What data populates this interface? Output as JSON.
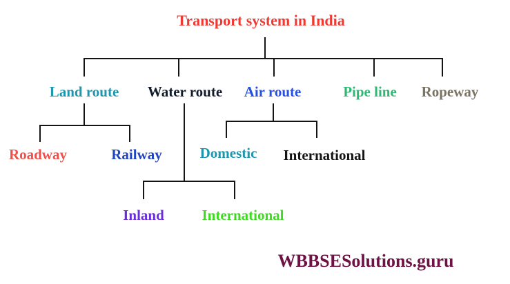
{
  "diagram": {
    "title": {
      "text": "Transport system in India",
      "color": "#ee3a33"
    },
    "line_color": "#141414",
    "level1": [
      {
        "label": "Land route",
        "color": "#1d96ae"
      },
      {
        "label": "Water route",
        "color": "#131c2b"
      },
      {
        "label": "Air route",
        "color": "#2850e0"
      },
      {
        "label": "Pipe line",
        "color": "#2eb873"
      },
      {
        "label": "Ropeway",
        "color": "#7a7263"
      }
    ],
    "land_children": [
      {
        "label": "Roadway",
        "color": "#f14f47"
      },
      {
        "label": "Railway",
        "color": "#2144c0"
      }
    ],
    "air_children": [
      {
        "label": "Domestic",
        "color": "#1d96ae"
      },
      {
        "label": "International",
        "color": "#141414"
      }
    ],
    "water_children": [
      {
        "label": "Inland",
        "color": "#6930d8"
      },
      {
        "label": "International",
        "color": "#41d926"
      }
    ],
    "watermark": {
      "text": "WBBSESolutions.guru",
      "color": "#6e1144"
    }
  }
}
